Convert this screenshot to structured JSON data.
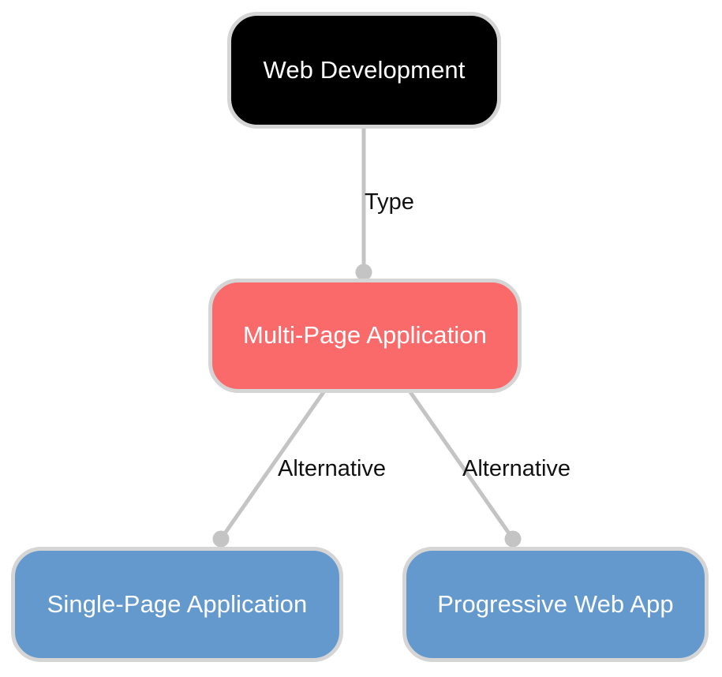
{
  "diagram": {
    "type": "concept-map",
    "background_color": "#ffffff",
    "edge_color": "#c4c4c4",
    "node_border_color": "#d5d5d5",
    "nodes": [
      {
        "id": "web-development",
        "label": "Web Development",
        "fill": "#000000",
        "text_color": "#ffffff"
      },
      {
        "id": "multi-page-application",
        "label": "Multi-Page Application",
        "fill": "#fa6a6a",
        "text_color": "#ffffff"
      },
      {
        "id": "single-page-application",
        "label": "Single-Page Application",
        "fill": "#6499ce",
        "text_color": "#ffffff"
      },
      {
        "id": "progressive-web-app",
        "label": "Progressive Web App",
        "fill": "#6499ce",
        "text_color": "#ffffff"
      }
    ],
    "edges": [
      {
        "id": "edge-type",
        "label": "Type",
        "from": "web-development",
        "to": "multi-page-application"
      },
      {
        "id": "edge-alternative-left",
        "label": "Alternative",
        "from": "multi-page-application",
        "to": "single-page-application"
      },
      {
        "id": "edge-alternative-right",
        "label": "Alternative",
        "from": "multi-page-application",
        "to": "progressive-web-app"
      }
    ]
  }
}
